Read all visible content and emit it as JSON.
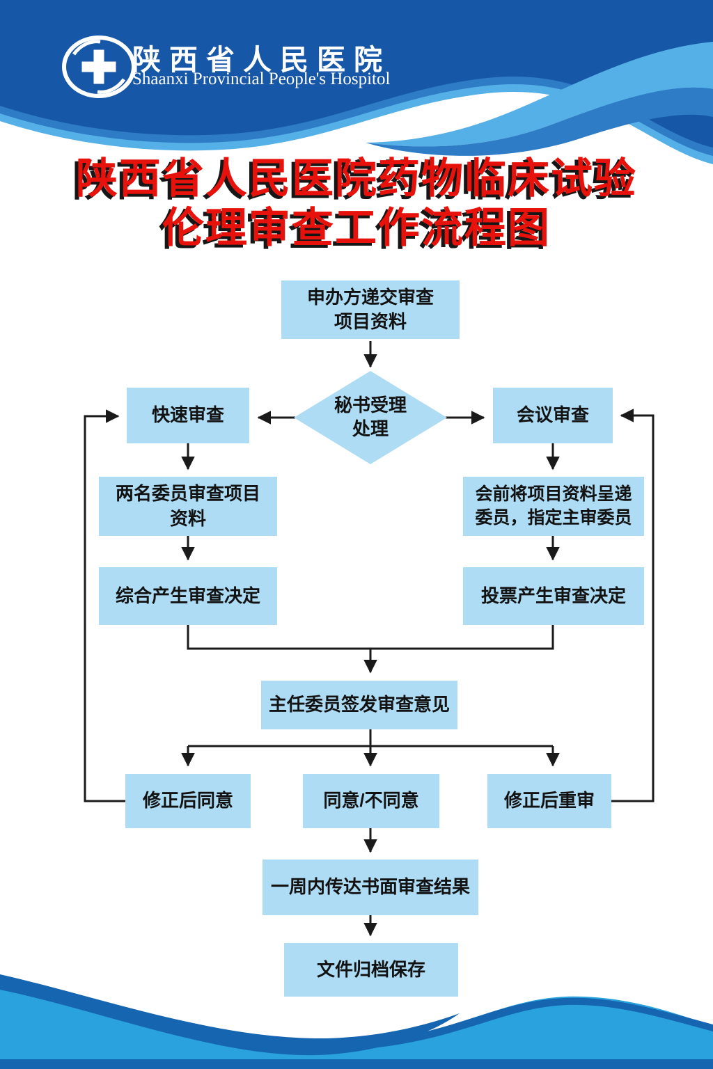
{
  "header": {
    "org_name_cn": "陕西省人民医院",
    "org_name_en": "Shaanxi Provincial People's Hospitol",
    "logo": "cross-in-ellipse"
  },
  "title": {
    "text": "陕西省人民医院药物临床试验\n伦理审查工作流程图"
  },
  "flowchart": {
    "nodes": [
      {
        "id": "submit",
        "type": "rect",
        "label": "申办方递交审查\n项目资料"
      },
      {
        "id": "secretary",
        "type": "diamond",
        "label": "秘书受理\n处理"
      },
      {
        "id": "fast-review",
        "type": "rect",
        "label": "快速审查"
      },
      {
        "id": "meeting-review",
        "type": "rect",
        "label": "会议审查"
      },
      {
        "id": "two-members",
        "type": "rect",
        "label": "两名委员审查项目\n资料"
      },
      {
        "id": "pre-meeting",
        "type": "rect",
        "label": "会前将项目资料呈递\n委员，指定主审委员"
      },
      {
        "id": "comprehensive-decision",
        "type": "rect",
        "label": "综合产生审查决定"
      },
      {
        "id": "vote-decision",
        "type": "rect",
        "label": "投票产生审查决定"
      },
      {
        "id": "chairman-sign",
        "type": "rect",
        "label": "主任委员签发审查意见"
      },
      {
        "id": "approve-after-revision",
        "type": "rect",
        "label": "修正后同意"
      },
      {
        "id": "agree-disagree",
        "type": "rect",
        "label": "同意/不同意"
      },
      {
        "id": "re-review-after-revision",
        "type": "rect",
        "label": "修正后重审"
      },
      {
        "id": "notify-result",
        "type": "rect",
        "label": "一周内传达书面审查结果"
      },
      {
        "id": "archive",
        "type": "rect",
        "label": "文件归档保存"
      }
    ],
    "edges": [
      {
        "from": "submit",
        "to": "secretary"
      },
      {
        "from": "secretary",
        "to": "fast-review"
      },
      {
        "from": "secretary",
        "to": "meeting-review"
      },
      {
        "from": "fast-review",
        "to": "two-members"
      },
      {
        "from": "meeting-review",
        "to": "pre-meeting"
      },
      {
        "from": "two-members",
        "to": "comprehensive-decision"
      },
      {
        "from": "pre-meeting",
        "to": "vote-decision"
      },
      {
        "from": "comprehensive-decision",
        "to": "chairman-sign"
      },
      {
        "from": "vote-decision",
        "to": "chairman-sign"
      },
      {
        "from": "chairman-sign",
        "to": "approve-after-revision"
      },
      {
        "from": "chairman-sign",
        "to": "agree-disagree"
      },
      {
        "from": "chairman-sign",
        "to": "re-review-after-revision"
      },
      {
        "from": "approve-after-revision",
        "to": "fast-review"
      },
      {
        "from": "re-review-after-revision",
        "to": "meeting-review"
      },
      {
        "from": "agree-disagree",
        "to": "notify-result"
      },
      {
        "from": "notify-result",
        "to": "archive"
      }
    ]
  },
  "colors": {
    "header_dark_blue": "#1757a8",
    "header_medium_blue": "#2e7cc6",
    "header_light_blue": "#54b0e6",
    "footer_light_blue": "#29a2dd",
    "footer_dark_blue": "#1565b0",
    "node_fill": "#aedcf4",
    "title_red": "#e8120c",
    "connector_black": "#1a1a1a"
  }
}
